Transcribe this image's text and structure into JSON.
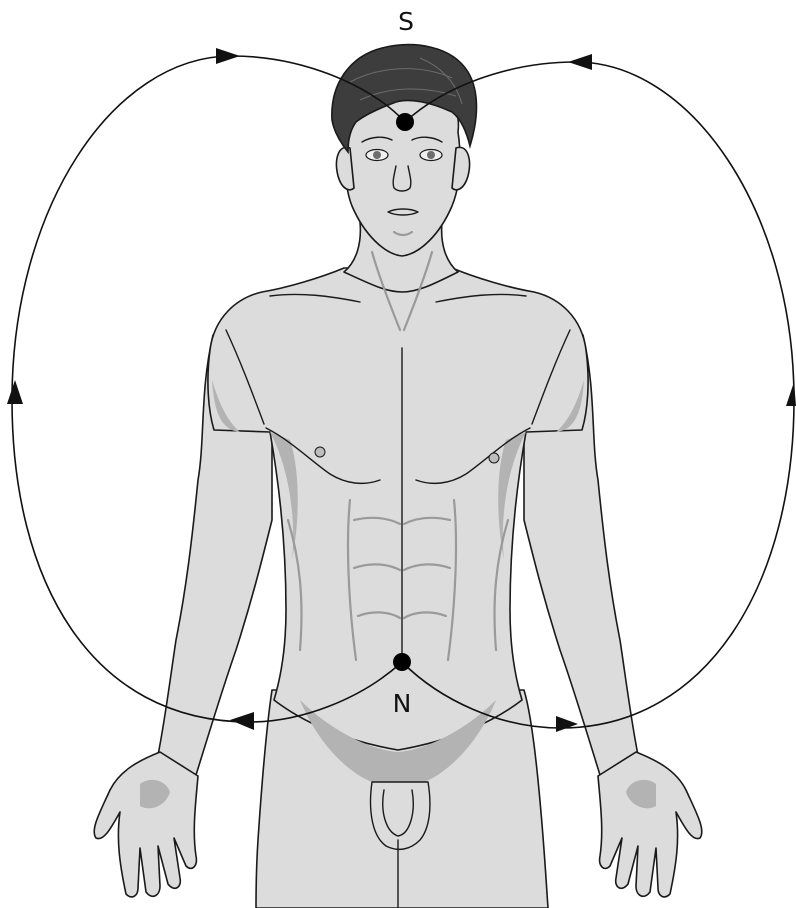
{
  "labels": {
    "north_pole": "N",
    "south_pole": "S"
  },
  "colors": {
    "skin": "#dcdcdc",
    "skin_shadow": "#b3b3b3",
    "hair": "#3d3d3d",
    "outline": "#1a1a1a",
    "field_lines": "#111111",
    "pole_markers": "#000000"
  },
  "field_line_count": 2,
  "arrows_per_field_line": 3
}
